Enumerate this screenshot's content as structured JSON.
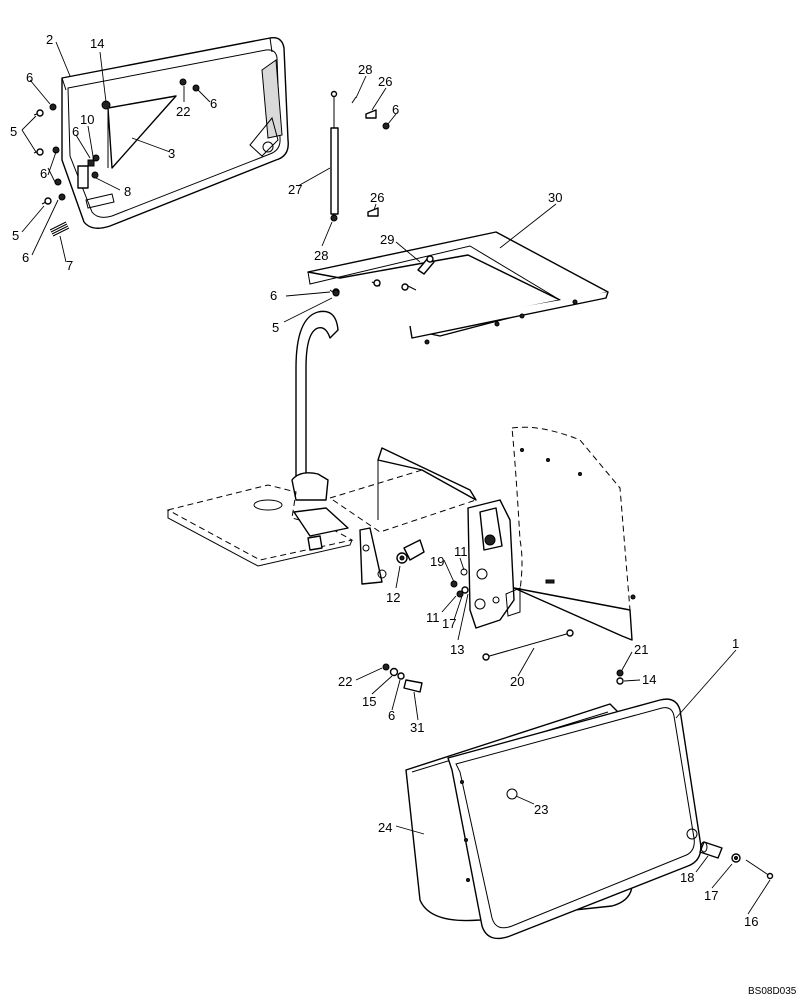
{
  "drawing_ref": "BS08D035",
  "callouts": [
    {
      "id": "c1",
      "label": "1"
    },
    {
      "id": "c2",
      "label": "2"
    },
    {
      "id": "c3",
      "label": "3"
    },
    {
      "id": "c5a",
      "label": "5"
    },
    {
      "id": "c5b",
      "label": "5"
    },
    {
      "id": "c5c",
      "label": "5"
    },
    {
      "id": "c6a",
      "label": "6"
    },
    {
      "id": "c6b",
      "label": "6"
    },
    {
      "id": "c6c",
      "label": "6"
    },
    {
      "id": "c6d",
      "label": "6"
    },
    {
      "id": "c6e",
      "label": "6"
    },
    {
      "id": "c6f",
      "label": "6"
    },
    {
      "id": "c6g",
      "label": "6"
    },
    {
      "id": "c6h",
      "label": "6"
    },
    {
      "id": "c7",
      "label": "7"
    },
    {
      "id": "c8",
      "label": "8"
    },
    {
      "id": "c10",
      "label": "10"
    },
    {
      "id": "c11a",
      "label": "11"
    },
    {
      "id": "c11b",
      "label": "11"
    },
    {
      "id": "c12",
      "label": "12"
    },
    {
      "id": "c13",
      "label": "13"
    },
    {
      "id": "c14a",
      "label": "14"
    },
    {
      "id": "c14b",
      "label": "14"
    },
    {
      "id": "c15",
      "label": "15"
    },
    {
      "id": "c16",
      "label": "16"
    },
    {
      "id": "c17a",
      "label": "17"
    },
    {
      "id": "c17b",
      "label": "17"
    },
    {
      "id": "c18",
      "label": "18"
    },
    {
      "id": "c19",
      "label": "19"
    },
    {
      "id": "c20",
      "label": "20"
    },
    {
      "id": "c21",
      "label": "21"
    },
    {
      "id": "c22a",
      "label": "22"
    },
    {
      "id": "c22b",
      "label": "22"
    },
    {
      "id": "c23",
      "label": "23"
    },
    {
      "id": "c24",
      "label": "24"
    },
    {
      "id": "c26a",
      "label": "26"
    },
    {
      "id": "c26b",
      "label": "26"
    },
    {
      "id": "c27",
      "label": "27"
    },
    {
      "id": "c28a",
      "label": "28"
    },
    {
      "id": "c28b",
      "label": "28"
    },
    {
      "id": "c29",
      "label": "29"
    },
    {
      "id": "c30",
      "label": "30"
    },
    {
      "id": "c31",
      "label": "31"
    }
  ]
}
